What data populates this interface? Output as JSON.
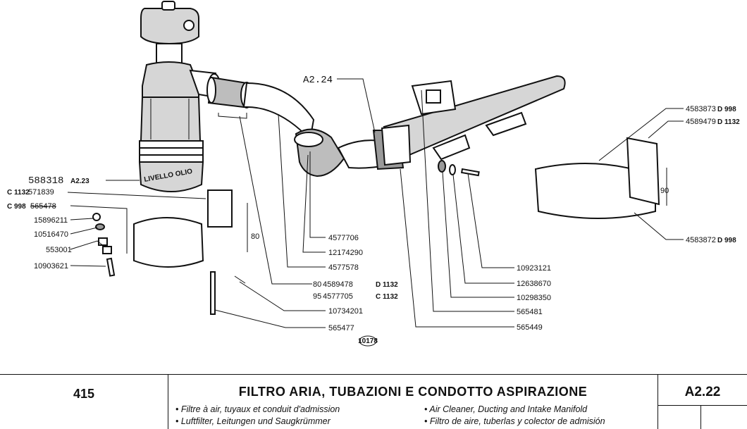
{
  "parts": {
    "p588318": "588318",
    "p588318_ref": "A2.23",
    "c1132": "C 1132",
    "p571839": "571839",
    "c998": "C  998",
    "p565478": "565478",
    "p15896211": "15896211",
    "p10516470": "10516470",
    "p553001": "553001",
    "p10903621": "10903621",
    "dim80_clamp": "80",
    "p4577706": "4577706",
    "p12174290": "12174290",
    "p4577578": "4577578",
    "dim80": "80",
    "p4589478": "4589478",
    "d1132": "D 1132",
    "dim95": "95",
    "p4577705": "4577705",
    "c1132b": "C 1132",
    "p10734201": "10734201",
    "p565477": "565477",
    "p10923121": "10923121",
    "p12638670": "12638670",
    "p10298350": "10298350",
    "p565481": "565481",
    "p565449": "565449",
    "a224": "A2.24",
    "p4583873": "4583873",
    "d998a": "D 998",
    "p4589479": "4589479",
    "d1132b": "D 1132",
    "dim90": "90",
    "p4583872": "4583872",
    "d998b": "D 998",
    "oil_level": "LIVELLO OLIO",
    "stamp": "10178"
  },
  "title_block": {
    "page_number": "415",
    "title": "FILTRO ARIA, TUBAZIONI E CONDOTTO ASPIRAZIONE",
    "fr": "• Filtre à air, tuyaux et conduit d'admission",
    "de": "• Luftfilter, Leitungen und Saugkrümmer",
    "en": "• Air Cleaner, Ducting and Intake Manifold",
    "es": "• Filtro de aire, tuberlas y colector de admisión",
    "ref": "A2.22"
  }
}
